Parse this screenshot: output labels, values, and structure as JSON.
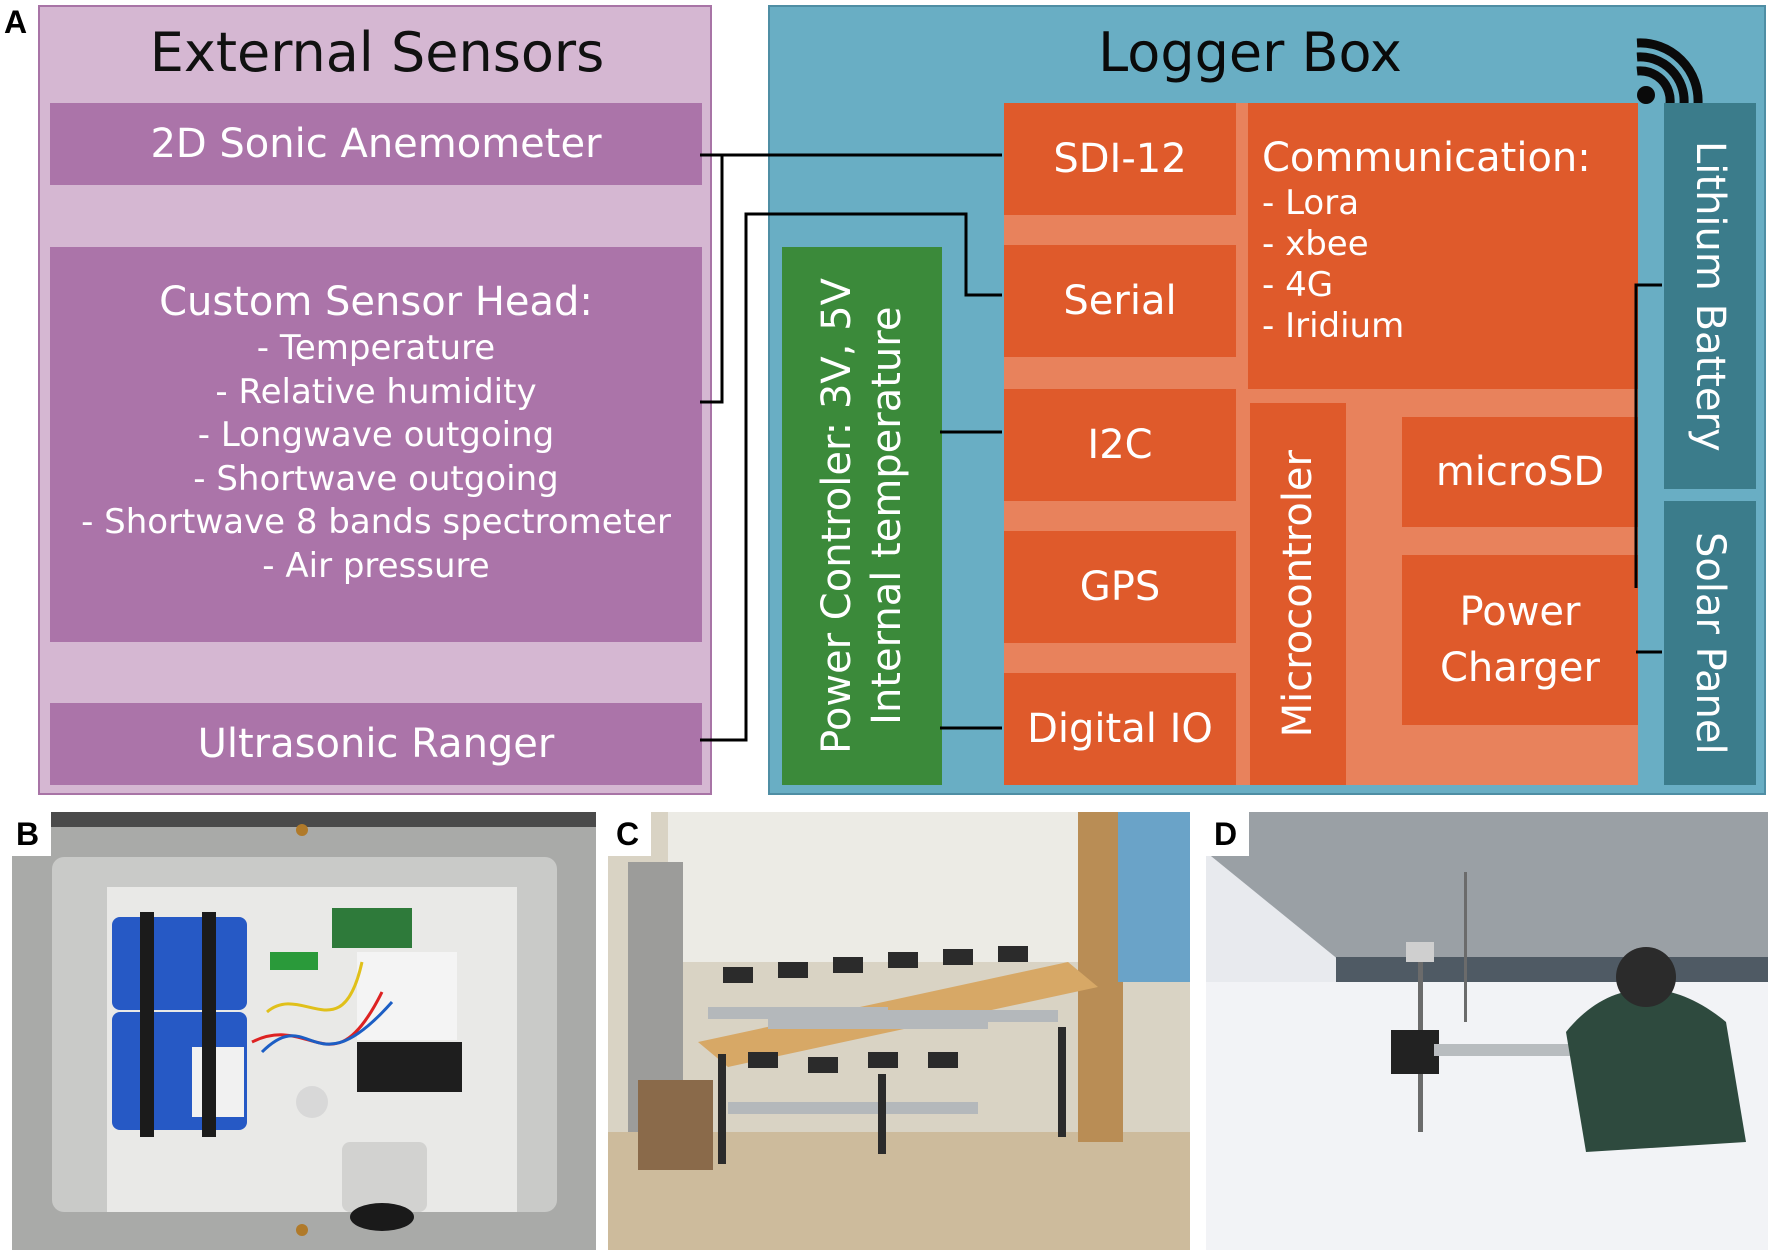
{
  "panels": {
    "a": "A",
    "b": "B",
    "c": "C",
    "d": "D"
  },
  "external_sensors": {
    "title": "External Sensors",
    "anemometer": "2D Sonic Anemometer",
    "sensor_head": {
      "title": "Custom Sensor Head:",
      "items": [
        "- Temperature",
        "- Relative humidity",
        "- Longwave outgoing",
        "- Shortwave outgoing",
        "- Shortwave 8 bands spectrometer",
        "- Air pressure"
      ]
    },
    "ranger": "Ultrasonic Ranger"
  },
  "logger_box": {
    "title": "Logger Box",
    "power_controller": {
      "line1": "Power Controler: 3V, 5V",
      "line2": "Internal temperature"
    },
    "sdi12": "SDI-12",
    "serial": "Serial",
    "i2c": "I2C",
    "gps": "GPS",
    "digital_io": "Digital IO",
    "communication": {
      "title": "Communication:",
      "items": [
        "- Lora",
        "- xbee",
        "- 4G",
        "- Iridium"
      ]
    },
    "microcontroller": "Microcontroler",
    "microsd": "microSD",
    "power_charger": {
      "line1": "Power",
      "line2": "Charger"
    },
    "battery": "Lithium Battery",
    "solar": "Solar Panel"
  },
  "icons": {
    "wireless": "wifi-signal-icon"
  },
  "colors": {
    "external_bg": "#d5b7d2",
    "sensor": "#ab74a9",
    "logger_bg": "#69aec4",
    "module": "#df5a2b",
    "module_bg": "#e8825c",
    "power": "#3b8a3a",
    "battery": "#3b7c8b"
  }
}
